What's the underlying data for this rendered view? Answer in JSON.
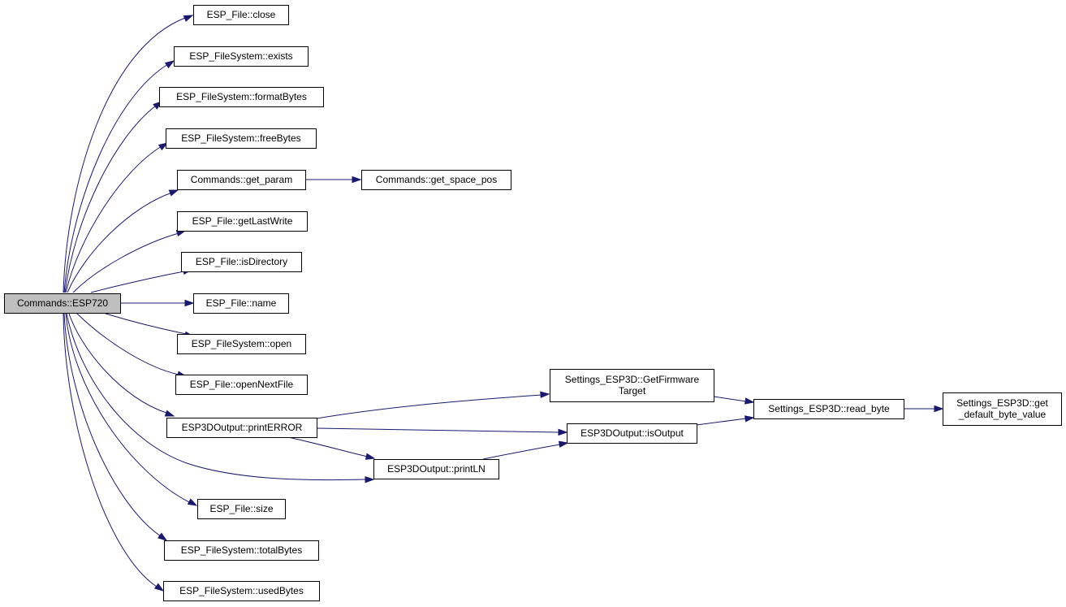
{
  "colors": {
    "edge": "#191970",
    "root_fill": "#bfbfbf",
    "node_fill": "#ffffff",
    "border": "#000000"
  },
  "nodes": {
    "esp720": {
      "lines": [
        "Commands::ESP720"
      ],
      "root": true
    },
    "file_close": {
      "lines": [
        "ESP_File::close"
      ]
    },
    "fs_exists": {
      "lines": [
        "ESP_FileSystem::exists"
      ]
    },
    "fs_formatBytes": {
      "lines": [
        "ESP_FileSystem::formatBytes"
      ]
    },
    "fs_freeBytes": {
      "lines": [
        "ESP_FileSystem::freeBytes"
      ]
    },
    "get_param": {
      "lines": [
        "Commands::get_param"
      ]
    },
    "get_space_pos": {
      "lines": [
        "Commands::get_space_pos"
      ]
    },
    "file_getLastWrite": {
      "lines": [
        "ESP_File::getLastWrite"
      ]
    },
    "file_isDirectory": {
      "lines": [
        "ESP_File::isDirectory"
      ]
    },
    "file_name": {
      "lines": [
        "ESP_File::name"
      ]
    },
    "fs_open": {
      "lines": [
        "ESP_FileSystem::open"
      ]
    },
    "file_openNextFile": {
      "lines": [
        "ESP_File::openNextFile"
      ]
    },
    "printERROR": {
      "lines": [
        "ESP3DOutput::printERROR"
      ]
    },
    "getFirmwareTarget": {
      "lines": [
        "Settings_ESP3D::GetFirmware",
        "Target"
      ]
    },
    "isOutput": {
      "lines": [
        "ESP3DOutput::isOutput"
      ]
    },
    "read_byte": {
      "lines": [
        "Settings_ESP3D::read_byte"
      ]
    },
    "get_default": {
      "lines": [
        "Settings_ESP3D::get",
        "_default_byte_value"
      ]
    },
    "printLN": {
      "lines": [
        "ESP3DOutput::printLN"
      ]
    },
    "file_size": {
      "lines": [
        "ESP_File::size"
      ]
    },
    "fs_totalBytes": {
      "lines": [
        "ESP_FileSystem::totalBytes"
      ]
    },
    "fs_usedBytes": {
      "lines": [
        "ESP_FileSystem::usedBytes"
      ]
    }
  },
  "edges": [
    [
      "esp720",
      "file_close"
    ],
    [
      "esp720",
      "fs_exists"
    ],
    [
      "esp720",
      "fs_formatBytes"
    ],
    [
      "esp720",
      "fs_freeBytes"
    ],
    [
      "esp720",
      "get_param"
    ],
    [
      "get_param",
      "get_space_pos"
    ],
    [
      "esp720",
      "file_getLastWrite"
    ],
    [
      "esp720",
      "file_isDirectory"
    ],
    [
      "esp720",
      "file_name"
    ],
    [
      "esp720",
      "fs_open"
    ],
    [
      "esp720",
      "file_openNextFile"
    ],
    [
      "esp720",
      "printERROR"
    ],
    [
      "printERROR",
      "getFirmwareTarget"
    ],
    [
      "printERROR",
      "isOutput"
    ],
    [
      "printERROR",
      "printLN"
    ],
    [
      "getFirmwareTarget",
      "read_byte"
    ],
    [
      "isOutput",
      "read_byte"
    ],
    [
      "read_byte",
      "get_default"
    ],
    [
      "printLN",
      "isOutput"
    ],
    [
      "esp720",
      "printLN"
    ],
    [
      "esp720",
      "file_size"
    ],
    [
      "esp720",
      "fs_totalBytes"
    ],
    [
      "esp720",
      "fs_usedBytes"
    ]
  ]
}
